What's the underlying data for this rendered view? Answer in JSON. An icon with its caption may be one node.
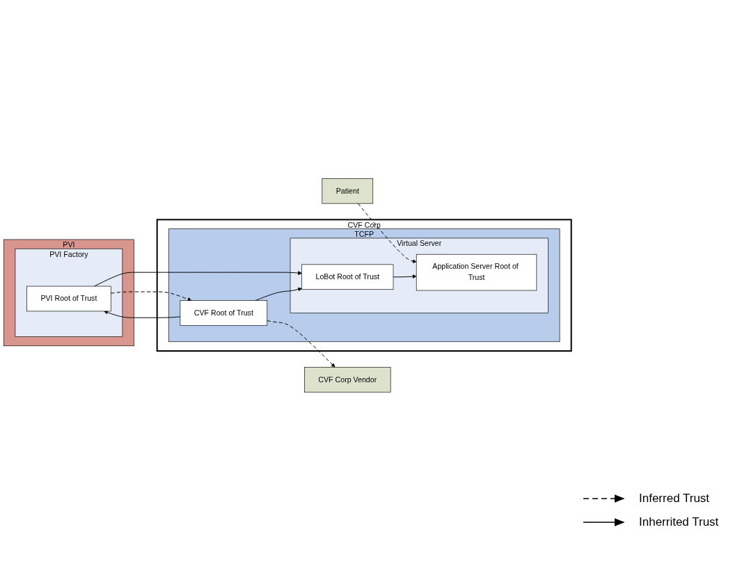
{
  "diagram": {
    "nodes": [
      {
        "text": [
          "PVI"
        ]
      },
      {
        "text": [
          "PVI Factory"
        ],
        "in": 0
      },
      {
        "text": [
          "PVI Root of Trust"
        ],
        "in": 1
      },
      {
        "text": [
          "CVF Corp"
        ]
      },
      {
        "text": [
          "TCFP"
        ],
        "in": 3
      },
      {
        "text": [
          "Virtual Server"
        ],
        "in": 4
      },
      {
        "text": [
          "Application Server Root of Trust"
        ],
        "in": 5
      },
      {
        "text": [
          "LoBot Root of Trust"
        ],
        "in": 5
      },
      {
        "text": [
          "CVF Root of Trust"
        ],
        "in": 4
      },
      {
        "text": [
          "Patient"
        ]
      },
      {
        "text": [
          "CVF Corp Vendor"
        ]
      }
    ],
    "edges": [
      {
        "from": 9,
        "to": 6,
        "arrow": "to",
        "style": "dashed"
      },
      {
        "from": 2,
        "to": 7,
        "arrow": "to"
      },
      {
        "from": 7,
        "to": 6,
        "arrow": "to"
      },
      {
        "from": 8,
        "to": 7,
        "arrow": "to"
      },
      {
        "from": 2,
        "to": 8,
        "arrow": "to",
        "style": "dashed"
      },
      {
        "from": 8,
        "to": 2,
        "arrow": "to"
      },
      {
        "from": 8,
        "to": 10,
        "arrow": "to",
        "style": "dashed"
      }
    ],
    "legend": [
      {
        "text": "Inferred Trust"
      },
      {
        "text": "Inherrited Trust"
      }
    ]
  }
}
